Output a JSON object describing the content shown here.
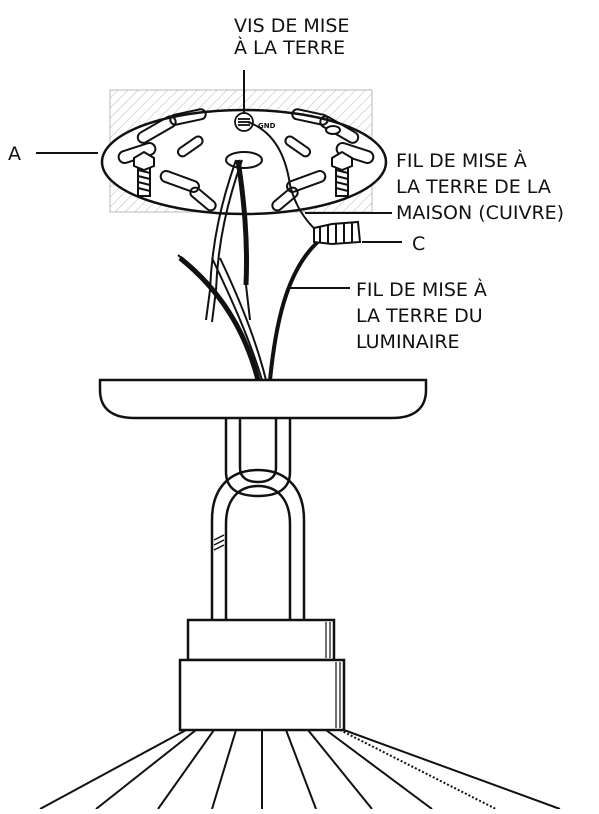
{
  "labels": {
    "ground_screw": [
      "VIS DE MISE",
      "À LA TERRE"
    ],
    "part_a": "A",
    "house_ground_wire": [
      "FIL DE MISE À",
      "LA TERRE DE LA",
      "MAISON (CUIVRE)"
    ],
    "part_c": "C",
    "fixture_ground_wire": [
      "FIL DE MISE À",
      "LA TERRE DU",
      "LUMINAIRE"
    ],
    "gnd_mark": "GND"
  },
  "colors": {
    "stroke": "#111111",
    "background": "#ffffff",
    "hatch": "#b8b8b8"
  }
}
